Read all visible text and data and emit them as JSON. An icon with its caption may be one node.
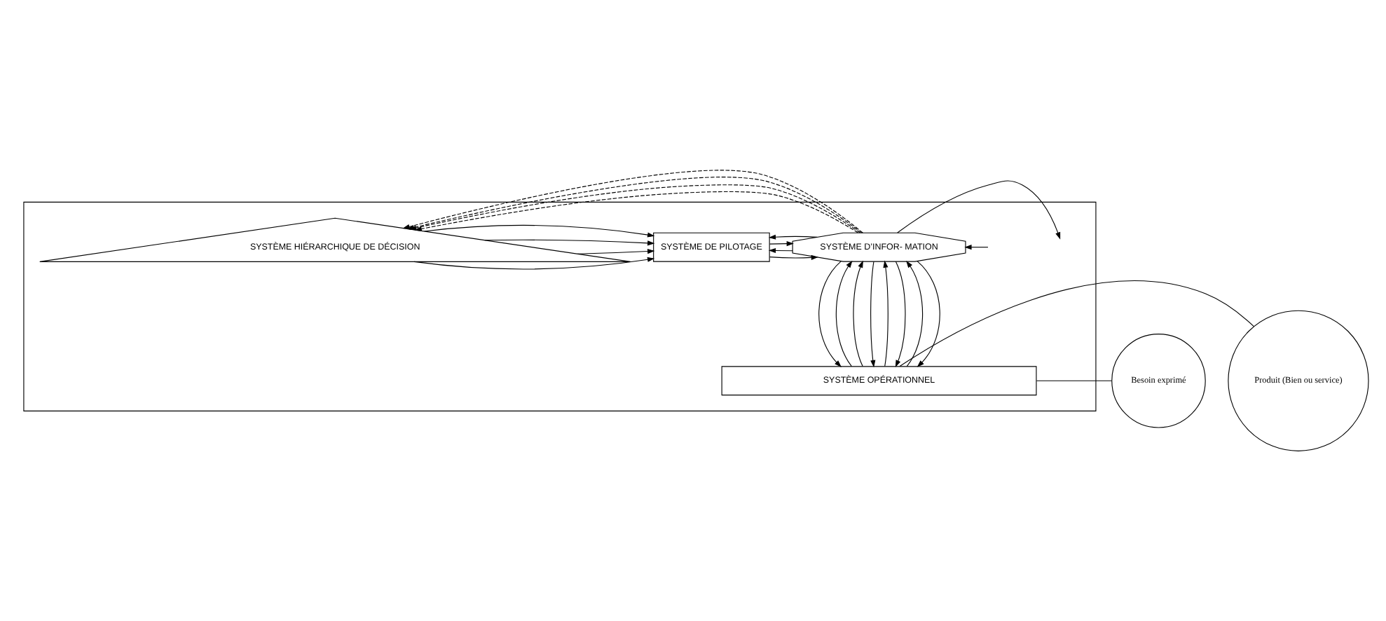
{
  "diagram": {
    "nodes": [
      {
        "text": [],
        "shape": "box"
      },
      {
        "text": [
          "SYSTÈME HIÉRARCHIQUE DE DÉCISION"
        ],
        "in": 0
      },
      {
        "text": [
          "SYSTÈME DE PILOTAGE"
        ],
        "in": 0
      },
      {
        "text": [
          "SYSTÈME D’INFOR- MATION"
        ],
        "in": 0
      },
      {
        "text": [
          "SYSTÈME OPÉRATIONNEL"
        ],
        "in": 0
      },
      {
        "text": [
          "Besoin exprimé"
        ]
      },
      {
        "text": [
          "Produit (Bien ou service)"
        ]
      }
    ],
    "edges": [
      {
        "from": 3,
        "to": 1,
        "arrow": "to",
        "style": "dashed"
      },
      {
        "from": 1,
        "to": 2,
        "arrow": "to"
      },
      {
        "from": 3,
        "to": 1,
        "arrow": "to",
        "style": "dashed"
      },
      {
        "from": 1,
        "to": 2,
        "arrow": "to"
      },
      {
        "from": 3,
        "to": 1,
        "arrow": "to",
        "style": "dashed"
      },
      {
        "from": 1,
        "to": 2,
        "arrow": "to"
      },
      {
        "from": 3,
        "to": 1,
        "arrow": "to",
        "style": "dashed"
      },
      {
        "from": 1,
        "to": 2,
        "arrow": "to"
      },
      {
        "from": 2,
        "to": 3,
        "arrow": "to"
      },
      {
        "from": 3,
        "to": 2,
        "arrow": "to"
      },
      {
        "from": 2,
        "to": 3,
        "arrow": "to"
      },
      {
        "from": 3,
        "to": 2,
        "arrow": "to"
      },
      {
        "from": 3,
        "to": null,
        "arrow": "to"
      },
      {
        "from": null,
        "to": 3,
        "arrow": "to"
      },
      {
        "from": 4,
        "to": 3,
        "arrow": "to"
      },
      {
        "from": 3,
        "to": 4,
        "arrow": "to"
      },
      {
        "from": 4,
        "to": 3,
        "arrow": "to"
      },
      {
        "from": 3,
        "to": 4,
        "arrow": "to"
      },
      {
        "from": 4,
        "to": 3,
        "arrow": "to"
      },
      {
        "from": 3,
        "to": 4,
        "arrow": "to"
      },
      {
        "from": 4,
        "to": 3,
        "arrow": "to"
      },
      {
        "from": 3,
        "to": 4,
        "arrow": "to"
      },
      {
        "from": 5,
        "to": 4,
        "arrow": "none"
      },
      {
        "from": 4,
        "to": 6,
        "arrow": "none"
      }
    ]
  }
}
